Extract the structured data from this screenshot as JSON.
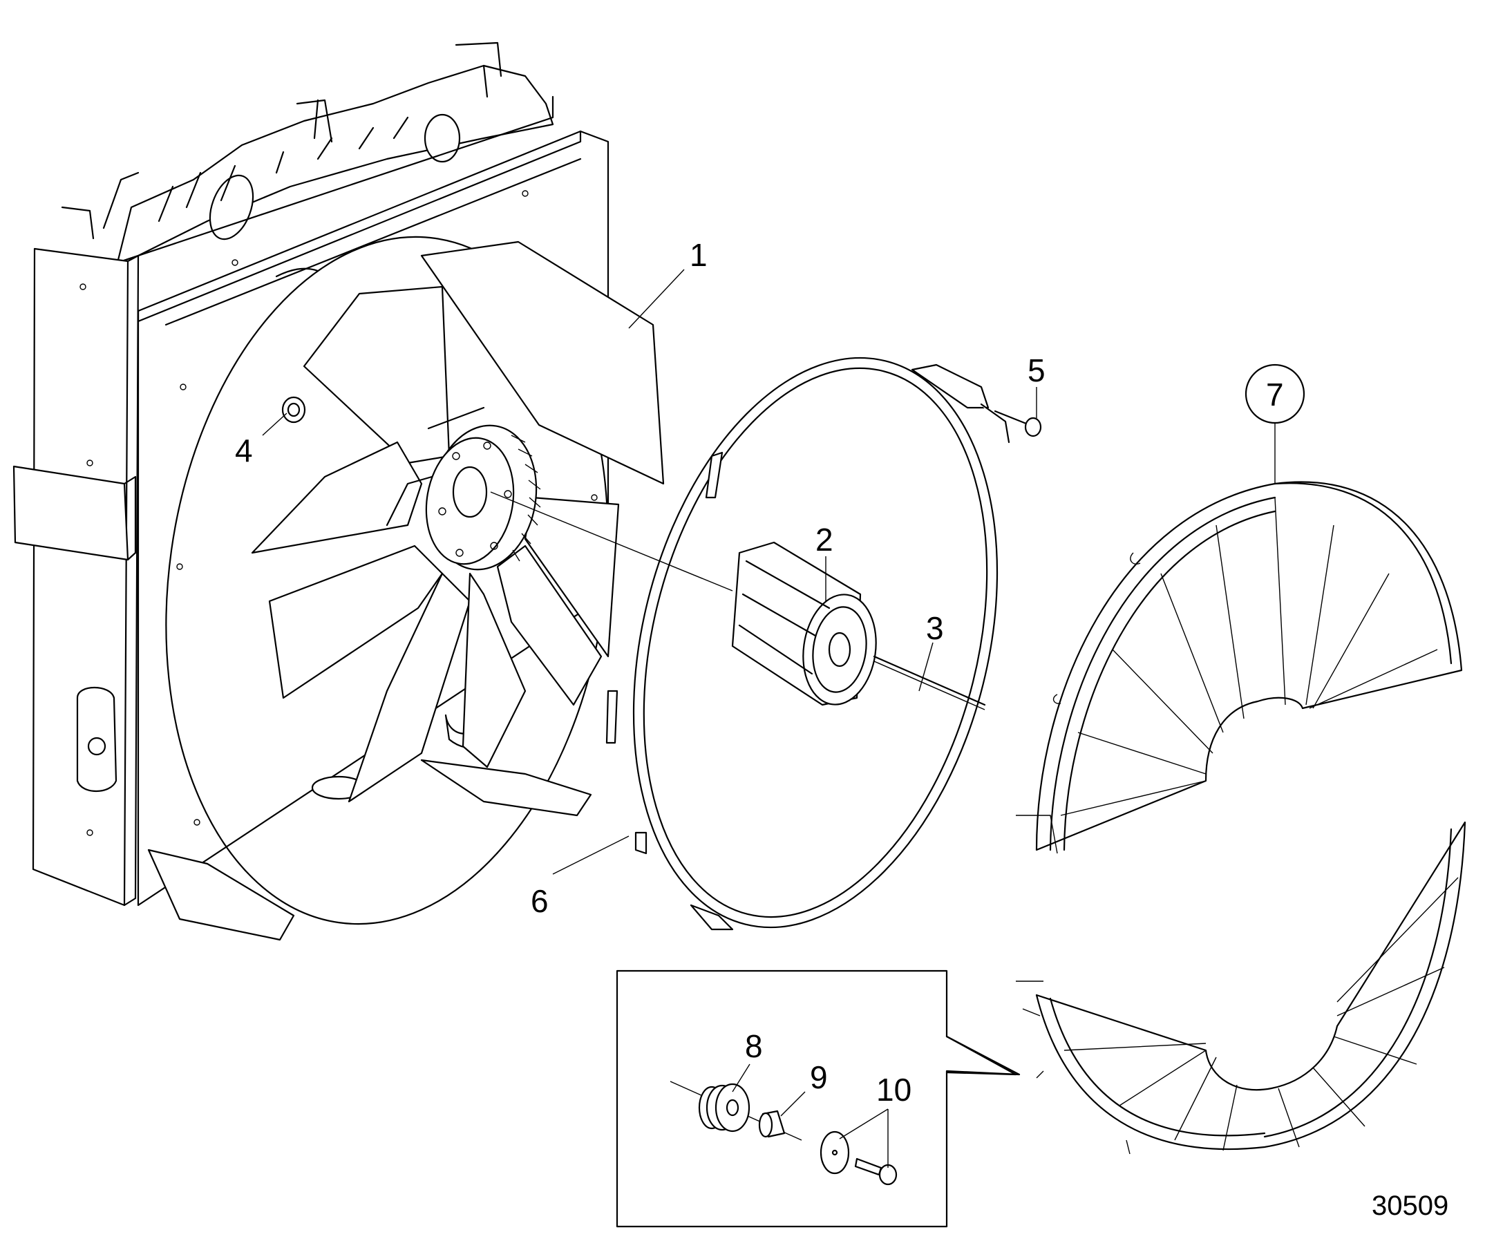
{
  "figure_number": "30509",
  "callouts": [
    "1",
    "2",
    "3",
    "4",
    "5",
    "6",
    "7",
    "8",
    "9",
    "10"
  ]
}
